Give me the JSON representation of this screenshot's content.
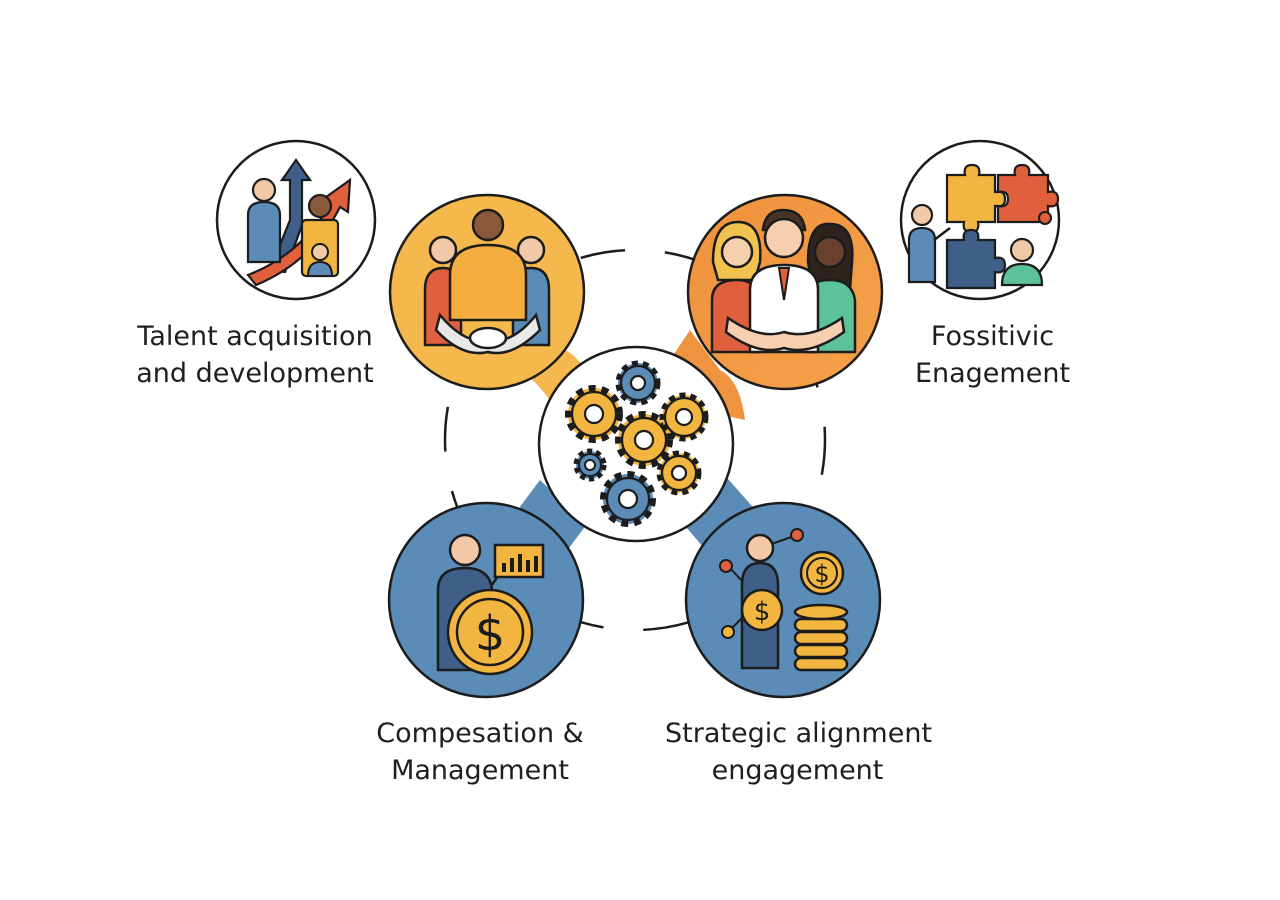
{
  "colors": {
    "orange_light": "#f5b84c",
    "orange_dark": "#ee8f3b",
    "blue": "#5b8bb7",
    "navy": "#3f5f88",
    "teal": "#5cc29a",
    "red": "#e0603d",
    "gold": "#f2b53f",
    "outline": "#1c1c1c"
  },
  "labels": {
    "talent": {
      "line1": "Talent acquisition",
      "line2": "and development"
    },
    "engagement": {
      "line1": "Fossitivic",
      "line2": "Enagement"
    },
    "compensation": {
      "line1": "Compesation &",
      "line2": "Management"
    },
    "strategic": {
      "line1": "Strategic alignment",
      "line2": "engagement"
    }
  },
  "icons": {
    "top_left_quadrant": "team-handshake-icon",
    "top_right_quadrant": "diverse-team-handshake-icon",
    "bottom_left_quadrant": "person-dollar-chart-icon",
    "bottom_right_quadrant": "person-coins-network-icon",
    "center": "gears-icon",
    "outer_top_left": "career-growth-icon",
    "outer_top_right": "puzzle-team-icon"
  },
  "currency_symbol": "$"
}
